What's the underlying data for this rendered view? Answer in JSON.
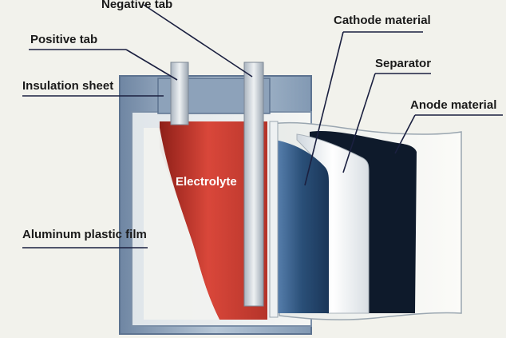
{
  "diagram": {
    "labels": {
      "negative_tab": "Negative tab",
      "positive_tab": "Positive tab",
      "insulation_sheet": "Insulation sheet",
      "cathode_material": "Cathode material",
      "separator": "Separator",
      "anode_material": "Anode material",
      "electrolyte": "Electrolyte",
      "aluminum_plastic_film": "Aluminum plastic film"
    },
    "colors": {
      "background": "#f2f2ec",
      "casing": "#9fb3c8",
      "casing_edge": "#5d7390",
      "electrolyte": "#c0372a",
      "cathode": "#2a4f78",
      "separator": "#e8ecef",
      "anode": "#0e1a2b",
      "leader": "#1b2040"
    }
  }
}
